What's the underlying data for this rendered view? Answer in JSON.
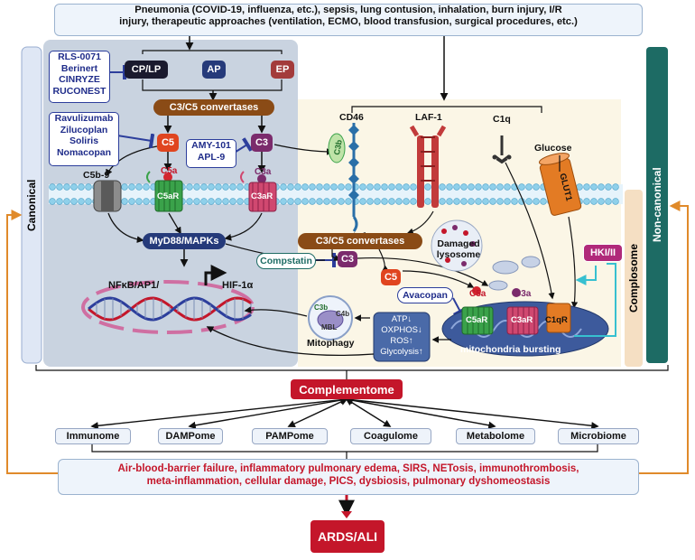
{
  "top_causes": {
    "line1": "Pneumonia (COVID-19, influenza, etc.), sepsis, lung contusion, inhalation, burn injury, I/R",
    "line2": "injury, therapeutic approaches (ventilation, ECMO, blood transfusion, surgical procedures, etc.)"
  },
  "pathways": {
    "cp_lp": "CP/LP",
    "ap": "AP",
    "ep": "EP"
  },
  "drugs": {
    "group1": [
      "RLS-0071",
      "Berinert",
      "CINRYZE",
      "RUCONEST"
    ],
    "group2": [
      "Ravulizumab",
      "Zilucoplan",
      "Soliris",
      "Nomacopan"
    ],
    "group3": [
      "AMY-101",
      "APL-9"
    ],
    "compstatin": "Compstatin",
    "avacopan": "Avacopan"
  },
  "canonical": {
    "convertases": "C3/C5 convertases",
    "c5": "C5",
    "c3": "C3",
    "c5a": "C5a",
    "c3a": "C3a",
    "c5b9": "C5b-9",
    "c5ar": "C5aR",
    "c3ar": "C3aR",
    "myd88": "MyD88/MAPKs",
    "transcription": "NFκB/AP1/",
    "hif": "HIF-1α"
  },
  "surface": {
    "cd46": "CD46",
    "laf1": "LAF-1",
    "c1q": "C1q",
    "glucose": "Glucose",
    "glut1": "GLUT1",
    "c3b": "C3b"
  },
  "intracellular": {
    "convertases": "C3/C5 convertases",
    "c3": "C3",
    "c5": "C5",
    "c5a": "C5a",
    "c3a": "C3a",
    "c5ar": "C5aR",
    "c3ar": "C3aR",
    "c1qr": "C1qR",
    "lysosome": [
      "Damaged",
      "lysosome"
    ],
    "hki": "HKI/II",
    "mito_bursting": "mitochondria bursting",
    "metabolic": [
      "ATP↓",
      "OXPHOS↓",
      "ROS↑",
      "Glycolysis↑"
    ],
    "mitophagy": "Mitophagy",
    "mito_labels": {
      "c3b": "C3b",
      "c4b": "C4b",
      "mbl": "MBL"
    }
  },
  "side_labels": {
    "canonical": "Canonical",
    "non_canonical": "Non-canonical",
    "complosome": "Complosome"
  },
  "complementome": "Complementome",
  "omes": [
    "Immunome",
    "DAMPome",
    "PAMPome",
    "Coagulome",
    "Metabolome",
    "Microbiome"
  ],
  "outcomes": {
    "line1": "Air-blood-barrier failure, inflammatory pulmonary edema, SIRS, NETosis, immunothrombosis,",
    "line2": "meta-inflammation, cellular damage, PICS, dysbiosis, pulmonary dyshomeostasis"
  },
  "final": "ARDS/ALI",
  "colors": {
    "canonical_panel": "#c9d3e0",
    "complosome_panel": "#fbf6e6",
    "convertase": "#8a4b16",
    "c5": "#e0451f",
    "c3": "#7b2b6c",
    "receptor_green": "#3aa24a",
    "receptor_pink": "#d04870",
    "teal": "#1d6b64",
    "orange_arrow": "#e08a2a",
    "red": "#c4162a",
    "drug_blue": "#2c3e9c"
  }
}
